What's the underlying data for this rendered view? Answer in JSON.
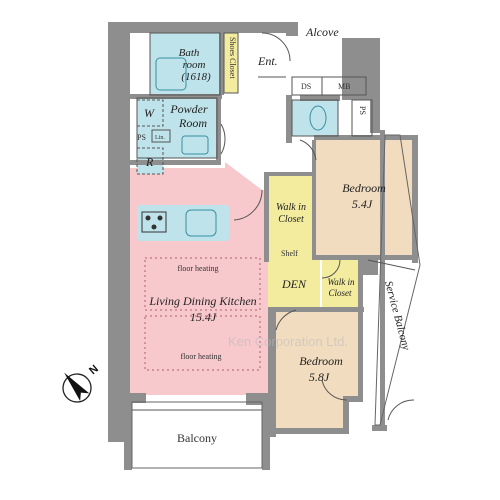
{
  "colors": {
    "wall": "#8e8e8e",
    "living": "#f7c8cc",
    "bedroom": "#f1dcbf",
    "closet": "#f3ec9f",
    "wet": "#bfe3ea",
    "floor_white": "#ffffff",
    "line": "#555555"
  },
  "rooms": {
    "alcove": "Alcove",
    "bathroom_l1": "Bath",
    "bathroom_l2": "room",
    "bathroom_l3": "(1618)",
    "shoes_closet": "Shoes Closet",
    "entrance": "Ent.",
    "ds": "DS",
    "mb": "MB",
    "ps_right": "PS",
    "powder_l1": "Powder",
    "powder_l2": "Room",
    "washer": "W",
    "ps_left": "PS",
    "linen": "Lin.",
    "refrigerator": "R",
    "bedroom1_name": "Bedroom",
    "bedroom1_size": "5.4J",
    "walkin1_l1": "Walk in",
    "walkin1_l2": "Closet",
    "shelf": "Shelf",
    "den": "DEN",
    "walkin2_l1": "Walk in",
    "walkin2_l2": "Closet",
    "ldk_name": "Living Dining Kitchen",
    "ldk_size": "15.4J",
    "floor_heating_1": "floor heating",
    "floor_heating_2": "floor heating",
    "bedroom2_name": "Bedroom",
    "bedroom2_size": "5.8J",
    "service_balcony": "Service Balcony",
    "balcony": "Balcony"
  },
  "compass": {
    "label": "N"
  },
  "watermark": "Ken Corporation Ltd."
}
